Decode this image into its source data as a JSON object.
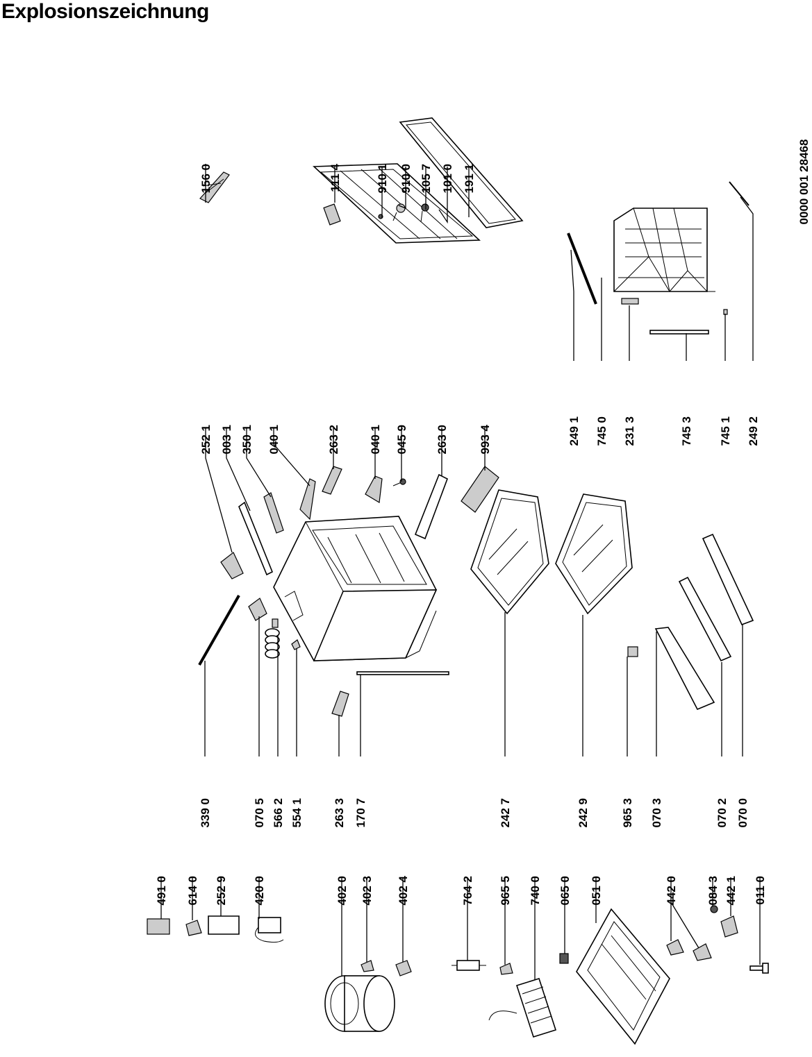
{
  "title": "Explosionszeichnung",
  "document_number": "0000 001 28468",
  "part_numbers": [
    "156 0",
    "111 4",
    "910 1",
    "910 0",
    "105 7",
    "101 0",
    "191 1",
    "252 1",
    "003 1",
    "350 1",
    "040 1",
    "263 2",
    "040 1",
    "045 9",
    "263 0",
    "993 4",
    "249 1",
    "745 0",
    "231 3",
    "745 3",
    "745 1",
    "249 2",
    "339 0",
    "070 5",
    "566 2",
    "554 1",
    "263 3",
    "170 7",
    "242 7",
    "242 9",
    "965 3",
    "070 3",
    "070 2",
    "070 0",
    "491 0",
    "614 0",
    "252 9",
    "420 0",
    "402 0",
    "402 3",
    "402 4",
    "764 2",
    "965 5",
    "740 0",
    "065 0",
    "051 0",
    "442 0",
    "084 3",
    "442 1",
    "011 0"
  ],
  "colors": {
    "ink": "#000000",
    "paper": "#ffffff",
    "shade": "#cccccc"
  }
}
